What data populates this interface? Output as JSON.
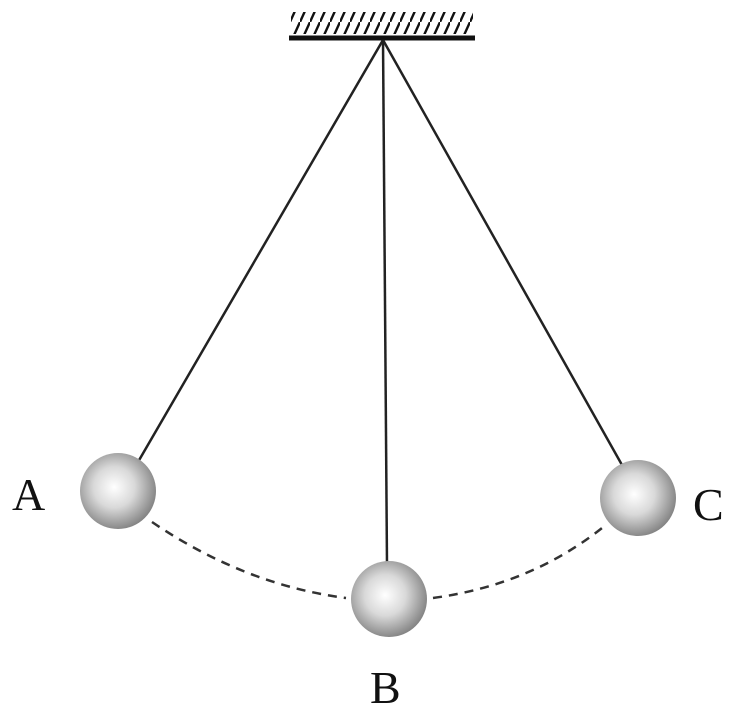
{
  "diagram": {
    "labels": {
      "a": "A",
      "b": "B",
      "c": "C"
    },
    "colors": {
      "string": "#222222",
      "support": "#111111",
      "bob_highlight": "#ffffff",
      "bob_mid": "#c8c8c8",
      "bob_edge": "#7a7a7a",
      "arc": "#333333"
    }
  }
}
